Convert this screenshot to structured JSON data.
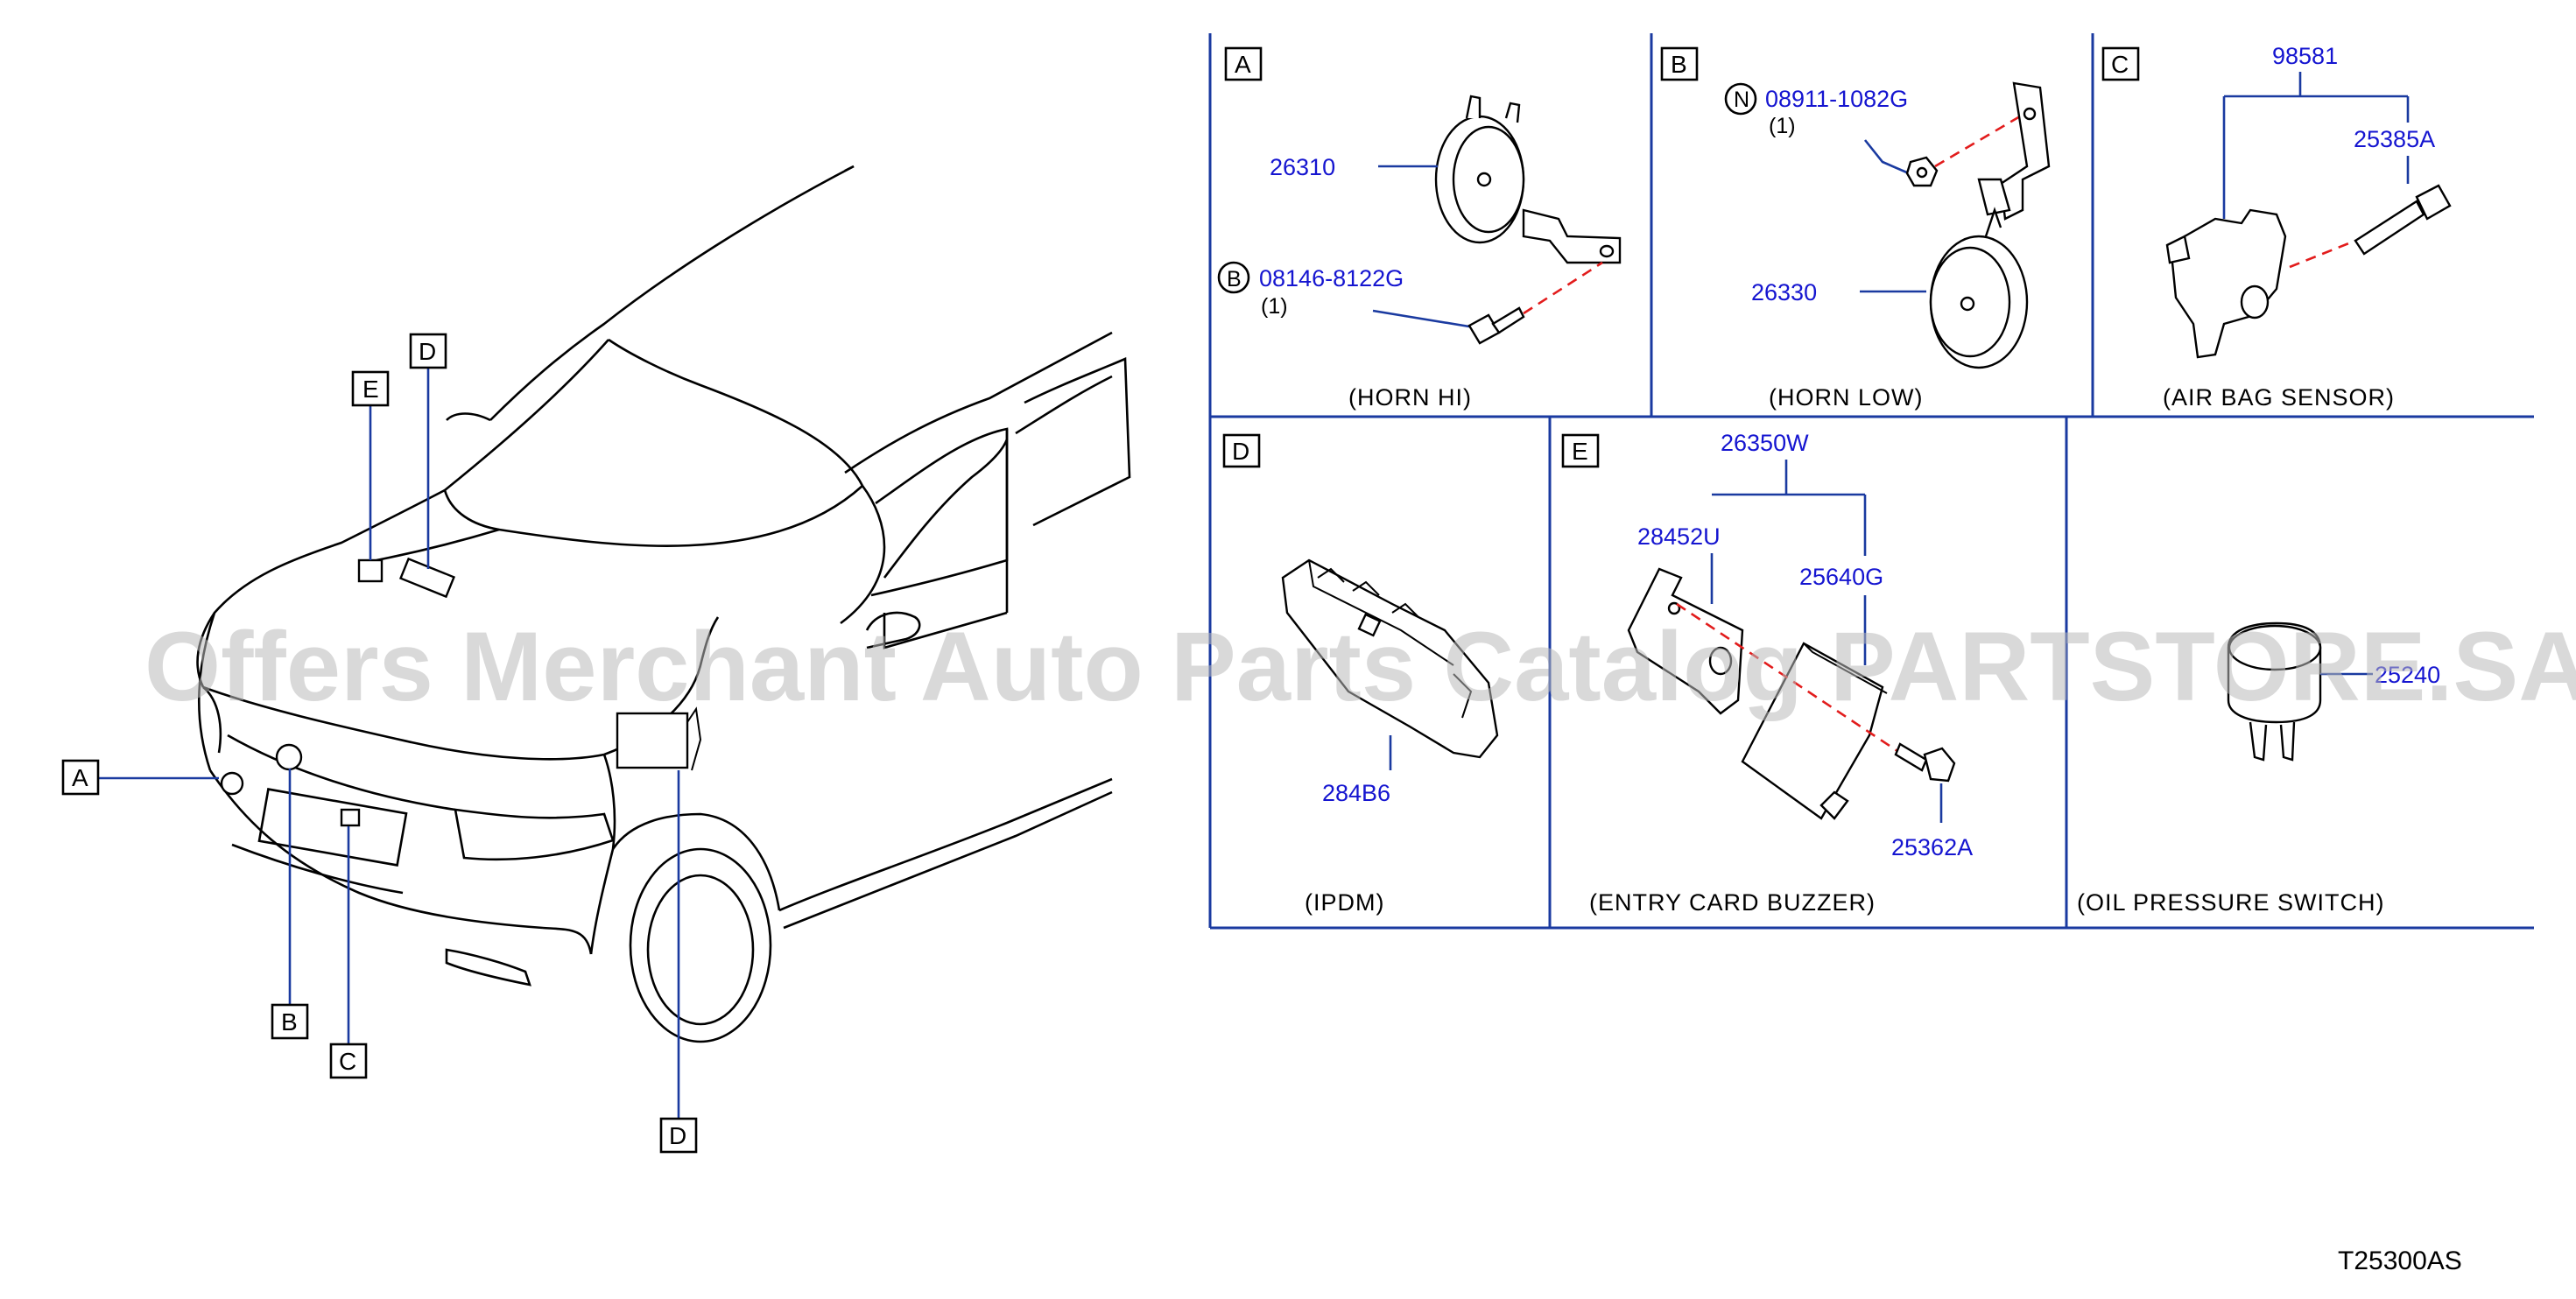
{
  "diagram_code": "T25300AS",
  "watermark": "Offers Merchant Auto Parts Catalog PARTSTORE.SA",
  "vehicle_callouts": [
    "A",
    "B",
    "C",
    "D",
    "E",
    "D"
  ],
  "panels": {
    "A": {
      "letter": "A",
      "caption": "(HORN   HI)",
      "parts": {
        "horn": "26310",
        "bolt": "08146-8122G",
        "bolt_qty": "(1)",
        "bolt_symbol": "B"
      }
    },
    "B": {
      "letter": "B",
      "caption": "(HORN   LOW)",
      "parts": {
        "horn": "26330",
        "nut": "08911-1082G",
        "nut_qty": "(1)",
        "nut_symbol": "N"
      }
    },
    "C": {
      "letter": "C",
      "caption": "(AIR   BAG   SENSOR)",
      "parts": {
        "sensor": "98581",
        "bolt": "25385A"
      }
    },
    "D": {
      "letter": "D",
      "caption": "(IPDM)",
      "parts": {
        "ipdm": "284B6"
      }
    },
    "E": {
      "letter": "E",
      "caption": "(ENTRY   CARD   BUZZER)",
      "parts": {
        "assembly": "26350W",
        "bracket": "28452U",
        "buzzer": "25640G",
        "bolt": "25362A"
      }
    },
    "F": {
      "caption": "(OIL   PRESSURE   SWITCH)",
      "parts": {
        "switch": "25240"
      }
    }
  }
}
